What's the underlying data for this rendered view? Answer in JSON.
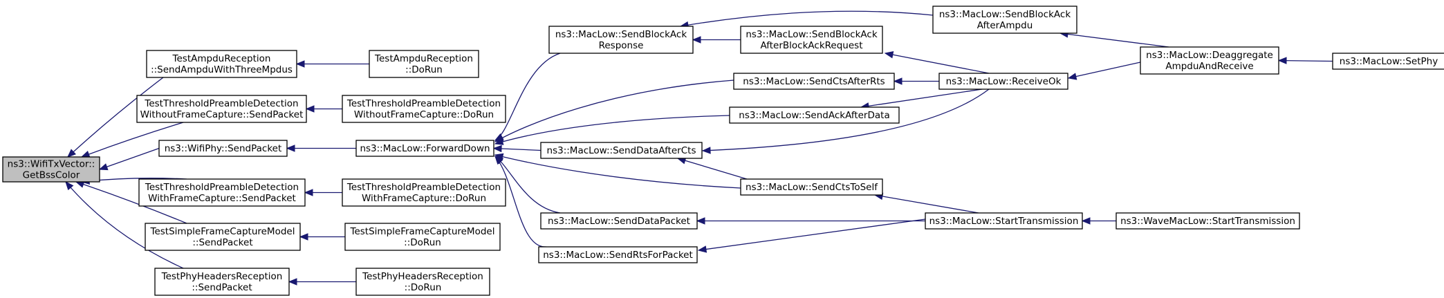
{
  "colors": {
    "edge": "#191970",
    "node_border": "#000000",
    "root_fill": "#bfbfbf",
    "node_fill": "#ffffff"
  },
  "nodes": [
    {
      "id": "root",
      "lines": [
        "ns3::WifiTxVector::",
        "GetBssColor"
      ],
      "root": true
    },
    {
      "id": "tar_send",
      "lines": [
        "TestAmpduReception",
        "::SendAmpduWithThreeMpdus"
      ]
    },
    {
      "id": "tar_run",
      "lines": [
        "TestAmpduReception",
        "::DoRun"
      ]
    },
    {
      "id": "ttpd_wo_send",
      "lines": [
        "TestThresholdPreambleDetection",
        "WithoutFrameCapture::SendPacket"
      ]
    },
    {
      "id": "ttpd_wo_run",
      "lines": [
        "TestThresholdPreambleDetection",
        "WithoutFrameCapture::DoRun"
      ]
    },
    {
      "id": "wifiphy_send",
      "lines": [
        "ns3::WifiPhy::SendPacket"
      ]
    },
    {
      "id": "ml_forward",
      "lines": [
        "ns3::MacLow::ForwardDown"
      ]
    },
    {
      "id": "ttpd_w_send",
      "lines": [
        "TestThresholdPreambleDetection",
        "WithFrameCapture::SendPacket"
      ]
    },
    {
      "id": "ttpd_w_run",
      "lines": [
        "TestThresholdPreambleDetection",
        "WithFrameCapture::DoRun"
      ]
    },
    {
      "id": "tsfcm_send",
      "lines": [
        "TestSimpleFrameCaptureModel",
        "::SendPacket"
      ]
    },
    {
      "id": "tsfcm_run",
      "lines": [
        "TestSimpleFrameCaptureModel",
        "::DoRun"
      ]
    },
    {
      "id": "tphr_send",
      "lines": [
        "TestPhyHeadersReception",
        "::SendPacket"
      ]
    },
    {
      "id": "tphr_run",
      "lines": [
        "TestPhyHeadersReception",
        "::DoRun"
      ]
    },
    {
      "id": "ml_sba_resp",
      "lines": [
        "ns3::MacLow::SendBlockAck",
        "Response"
      ]
    },
    {
      "id": "ml_sba_ampdu",
      "lines": [
        "ns3::MacLow::SendBlockAck",
        "AfterAmpdu"
      ]
    },
    {
      "id": "ml_sba_abar",
      "lines": [
        "ns3::MacLow::SendBlockAck",
        "AfterBlockAckRequest"
      ]
    },
    {
      "id": "ml_deagg",
      "lines": [
        "ns3::MacLow::Deaggregate",
        "AmpduAndReceive"
      ]
    },
    {
      "id": "ml_setphy",
      "lines": [
        "ns3::MacLow::SetPhy"
      ]
    },
    {
      "id": "ml_scts_rts",
      "lines": [
        "ns3::MacLow::SendCtsAfterRts"
      ]
    },
    {
      "id": "ml_recvok",
      "lines": [
        "ns3::MacLow::ReceiveOk"
      ]
    },
    {
      "id": "ml_sack_data",
      "lines": [
        "ns3::MacLow::SendAckAfterData"
      ]
    },
    {
      "id": "ml_sdata_cts",
      "lines": [
        "ns3::MacLow::SendDataAfterCts"
      ]
    },
    {
      "id": "ml_scts_self",
      "lines": [
        "ns3::MacLow::SendCtsToSelf"
      ]
    },
    {
      "id": "ml_sdata_pkt",
      "lines": [
        "ns3::MacLow::SendDataPacket"
      ]
    },
    {
      "id": "ml_start_tx",
      "lines": [
        "ns3::MacLow::StartTransmission"
      ]
    },
    {
      "id": "wml_start_tx",
      "lines": [
        "ns3::WaveMacLow::StartTransmission"
      ]
    },
    {
      "id": "ml_srts_pkt",
      "lines": [
        "ns3::MacLow::SendRtsForPacket"
      ]
    }
  ],
  "edges": [
    {
      "from": "tar_send",
      "to": "root"
    },
    {
      "from": "ttpd_wo_send",
      "to": "root"
    },
    {
      "from": "wifiphy_send",
      "to": "root"
    },
    {
      "from": "ttpd_w_send",
      "to": "root"
    },
    {
      "from": "tsfcm_send",
      "to": "root"
    },
    {
      "from": "tphr_send",
      "to": "root"
    },
    {
      "from": "tar_run",
      "to": "tar_send"
    },
    {
      "from": "ttpd_wo_run",
      "to": "ttpd_wo_send"
    },
    {
      "from": "ml_forward",
      "to": "wifiphy_send"
    },
    {
      "from": "ttpd_w_run",
      "to": "ttpd_w_send"
    },
    {
      "from": "tsfcm_run",
      "to": "tsfcm_send"
    },
    {
      "from": "tphr_run",
      "to": "tphr_send"
    },
    {
      "from": "ml_sba_resp",
      "to": "ml_forward"
    },
    {
      "from": "ml_scts_rts",
      "to": "ml_forward"
    },
    {
      "from": "ml_sack_data",
      "to": "ml_forward"
    },
    {
      "from": "ml_sdata_cts",
      "to": "ml_forward"
    },
    {
      "from": "ml_scts_self",
      "to": "ml_forward"
    },
    {
      "from": "ml_sdata_pkt",
      "to": "ml_forward"
    },
    {
      "from": "ml_srts_pkt",
      "to": "ml_forward"
    },
    {
      "from": "ml_sba_ampdu",
      "to": "ml_sba_resp"
    },
    {
      "from": "ml_sba_abar",
      "to": "ml_sba_resp"
    },
    {
      "from": "ml_deagg",
      "to": "ml_sba_ampdu"
    },
    {
      "from": "ml_recvok",
      "to": "ml_sba_abar"
    },
    {
      "from": "ml_recvok",
      "to": "ml_scts_rts"
    },
    {
      "from": "ml_recvok",
      "to": "ml_sack_data"
    },
    {
      "from": "ml_recvok",
      "to": "ml_sdata_cts"
    },
    {
      "from": "ml_deagg",
      "to": "ml_recvok"
    },
    {
      "from": "ml_setphy",
      "to": "ml_deagg"
    },
    {
      "from": "ml_scts_self",
      "to": "ml_sdata_cts"
    },
    {
      "from": "ml_start_tx",
      "to": "ml_scts_self"
    },
    {
      "from": "ml_start_tx",
      "to": "ml_sdata_pkt"
    },
    {
      "from": "ml_start_tx",
      "to": "ml_srts_pkt"
    },
    {
      "from": "wml_start_tx",
      "to": "ml_start_tx"
    }
  ]
}
